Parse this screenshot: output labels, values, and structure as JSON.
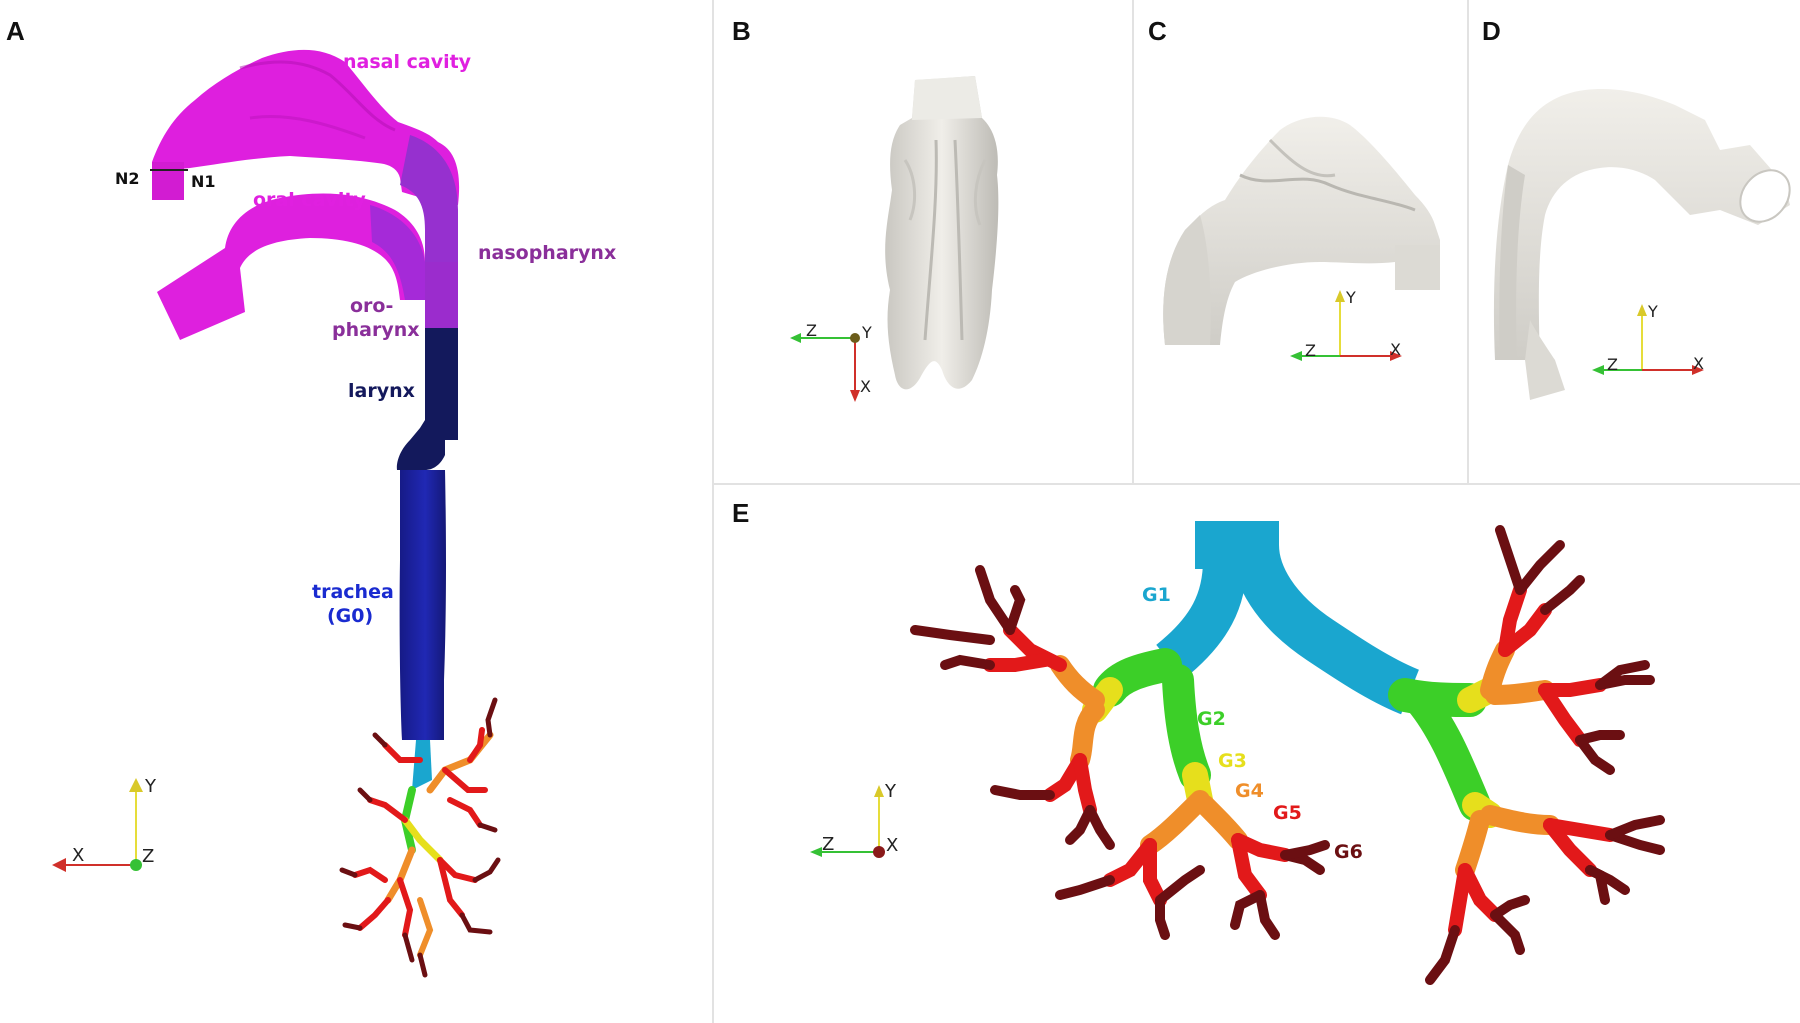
{
  "panels": {
    "a": "A",
    "b": "B",
    "c": "C",
    "d": "D",
    "e": "E"
  },
  "panel_a_labels": {
    "nasal_cavity": "nasal cavity",
    "n2": "N2",
    "n1": "N1",
    "oral_cavity": "oral cavity",
    "nasopharynx": "nasopharynx",
    "oropharynx_line1": "oro-",
    "oropharynx_line2": "pharynx",
    "larynx": "larynx",
    "trachea_line1": "trachea",
    "trachea_line2": "(G0)"
  },
  "generation_labels": [
    "G1",
    "G2",
    "G3",
    "G4",
    "G5",
    "G6"
  ],
  "axes": {
    "a": [
      "Y",
      "X",
      "Z"
    ],
    "b": [
      "Z",
      "Y",
      "X"
    ],
    "c": [
      "Y",
      "Z",
      "X"
    ],
    "d": [
      "Y",
      "Z",
      "X"
    ],
    "e": [
      "Y",
      "Z",
      "X"
    ]
  },
  "colors": {
    "nasal_cavity": "#e020e0",
    "nasopharynx": "#9b2fd0",
    "oropharynx": "#a12ab8",
    "larynx": "#141a5e",
    "trachea": "#1a1f9e",
    "G1": "#1aa6cf",
    "G2": "#3ccf28",
    "G3": "#e6df1c",
    "G4": "#ef8e2a",
    "G5": "#e2191a",
    "G6": "#6b0f12",
    "axis_x": "#d0302a",
    "axis_y": "#e6dd3a",
    "axis_z": "#35c135",
    "surface": "#e8e6e0"
  }
}
